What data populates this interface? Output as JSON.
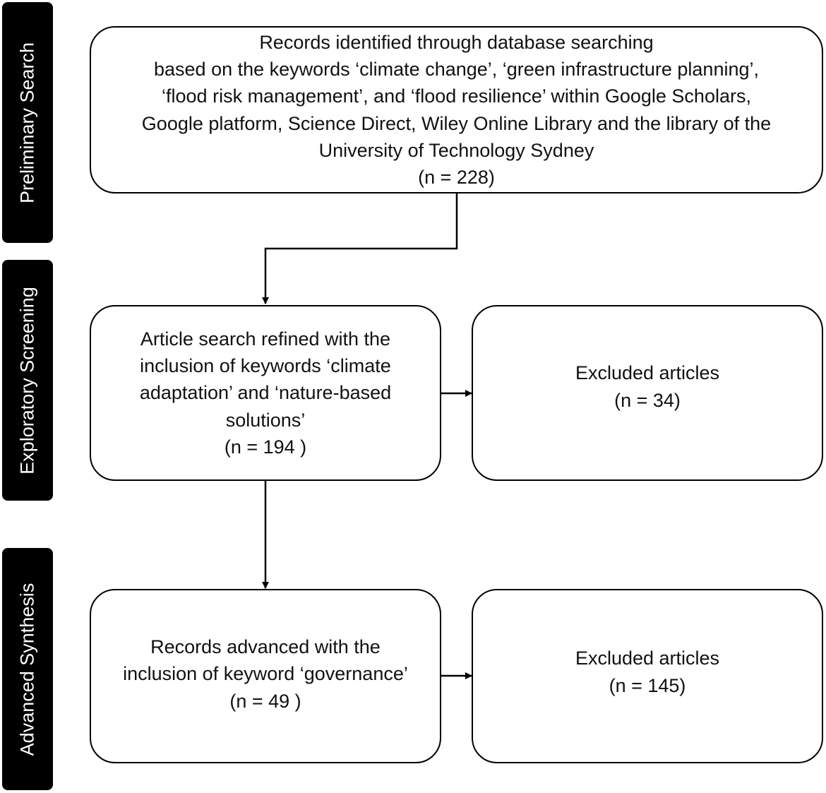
{
  "stages": [
    {
      "id": "preliminary",
      "label": "Preliminary Search"
    },
    {
      "id": "exploratory",
      "label": "Exploratory Screening"
    },
    {
      "id": "advanced",
      "label": "Advanced Synthesis"
    }
  ],
  "boxes": {
    "records_identified": {
      "text": "Records identified through database searching\nbased on the keywords ‘climate change’, ‘green infrastructure planning’,\n‘flood risk management’, and ‘flood resilience’ within Google Scholars,\nGoogle platform, Science Direct, Wiley Online Library and the library of the\nUniversity of Technology Sydney",
      "count": "(n = 228)"
    },
    "search_refined": {
      "text": "Article search refined with the\ninclusion of keywords ‘climate\nadaptation’ and ‘nature-based\nsolutions’",
      "count": "(n = 194 )"
    },
    "excluded_1": {
      "text": "Excluded articles",
      "count": "(n = 34)"
    },
    "records_advanced": {
      "text": "Records advanced with the\ninclusion of keyword ‘governance’",
      "count": "(n = 49 )"
    },
    "excluded_2": {
      "text": "Excluded articles",
      "count": "(n = 145)"
    }
  },
  "colors": {
    "stage_tab": "#000000",
    "box_border": "#000000",
    "text": "#111111"
  }
}
